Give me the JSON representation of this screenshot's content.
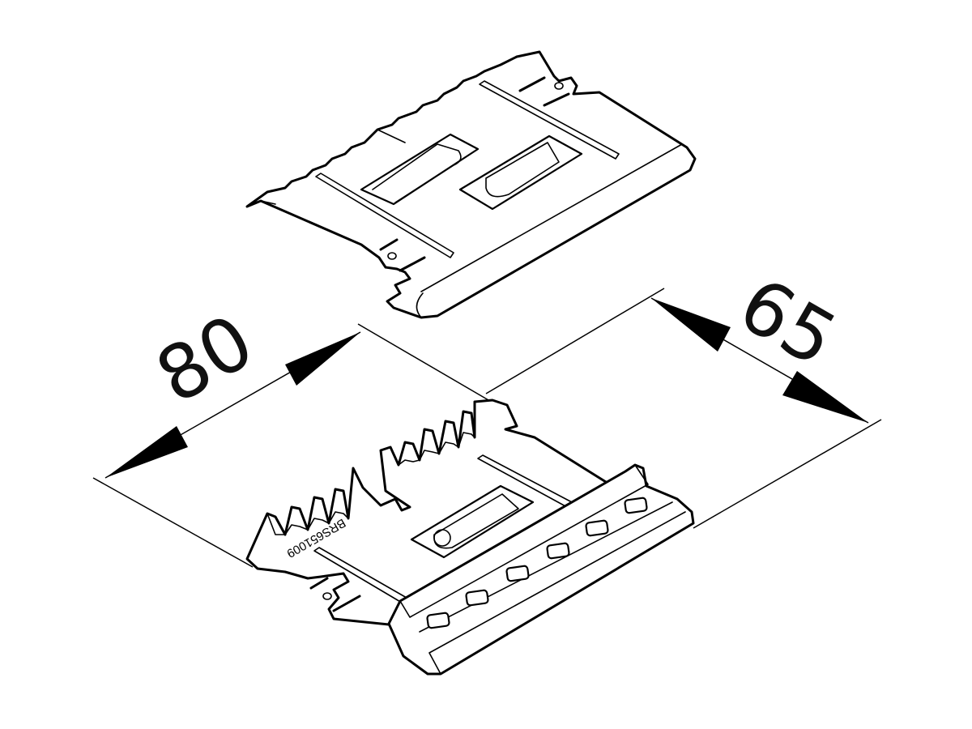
{
  "dimensions": {
    "length_label": "80",
    "width_label": "65"
  },
  "part_code": "BRS651009",
  "colors": {
    "line": "#000000",
    "background": "#ffffff"
  }
}
